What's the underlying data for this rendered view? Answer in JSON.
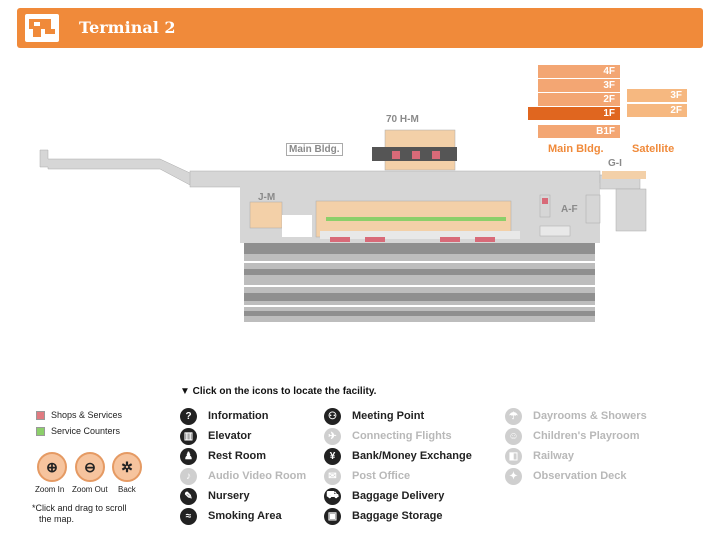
{
  "header": {
    "title": "Terminal 2",
    "color": "#f08a3a"
  },
  "floors": {
    "main": [
      "4F",
      "3F",
      "2F",
      "1F",
      "B1F"
    ],
    "satellite": [
      "3F",
      "2F"
    ],
    "selected": "1F",
    "main_label": "Main Bldg.",
    "satellite_label": "Satellite"
  },
  "map_labels": {
    "gates_h_m": "70 H-M",
    "main_bldg": "Main Bldg.",
    "gates_j_m": "J-M",
    "gates_a_f": "A-F",
    "gates_g_i": "G-I"
  },
  "instruction": "▼ Click on the icons to locate the facility.",
  "legend": {
    "shops": "Shops & Services",
    "service": "Service Counters",
    "shops_color": "#e07a80",
    "service_color": "#8ccf6a"
  },
  "zoom": {
    "zoom_in": "Zoom In",
    "zoom_out": "Zoom Out",
    "back": "Back"
  },
  "note_line1": "*Click and drag to scroll",
  "note_line2": "the map.",
  "facilities": [
    {
      "label": "Information",
      "icon": "question-icon",
      "enabled": true
    },
    {
      "label": "Elevator",
      "icon": "elevator-icon",
      "enabled": true
    },
    {
      "label": "Rest Room",
      "icon": "restroom-icon",
      "enabled": true
    },
    {
      "label": "Audio Video Room",
      "icon": "audio-video-icon",
      "enabled": false
    },
    {
      "label": "Nursery",
      "icon": "nursery-icon",
      "enabled": true
    },
    {
      "label": "Smoking Area",
      "icon": "smoking-icon",
      "enabled": true
    },
    {
      "label": "Meeting Point",
      "icon": "meeting-point-icon",
      "enabled": true
    },
    {
      "label": "Connecting Flights",
      "icon": "connecting-flights-icon",
      "enabled": false
    },
    {
      "label": "Bank/Money Exchange",
      "icon": "bank-icon",
      "enabled": true
    },
    {
      "label": "Post Office",
      "icon": "post-office-icon",
      "enabled": false
    },
    {
      "label": "Baggage Delivery",
      "icon": "baggage-delivery-icon",
      "enabled": true
    },
    {
      "label": "Baggage Storage",
      "icon": "baggage-storage-icon",
      "enabled": true
    },
    {
      "label": "Dayrooms & Showers",
      "icon": "shower-icon",
      "enabled": false
    },
    {
      "label": "Children's Playroom",
      "icon": "playroom-icon",
      "enabled": false
    },
    {
      "label": "Railway",
      "icon": "railway-icon",
      "enabled": false
    },
    {
      "label": "Observation Deck",
      "icon": "observation-deck-icon",
      "enabled": false
    }
  ]
}
